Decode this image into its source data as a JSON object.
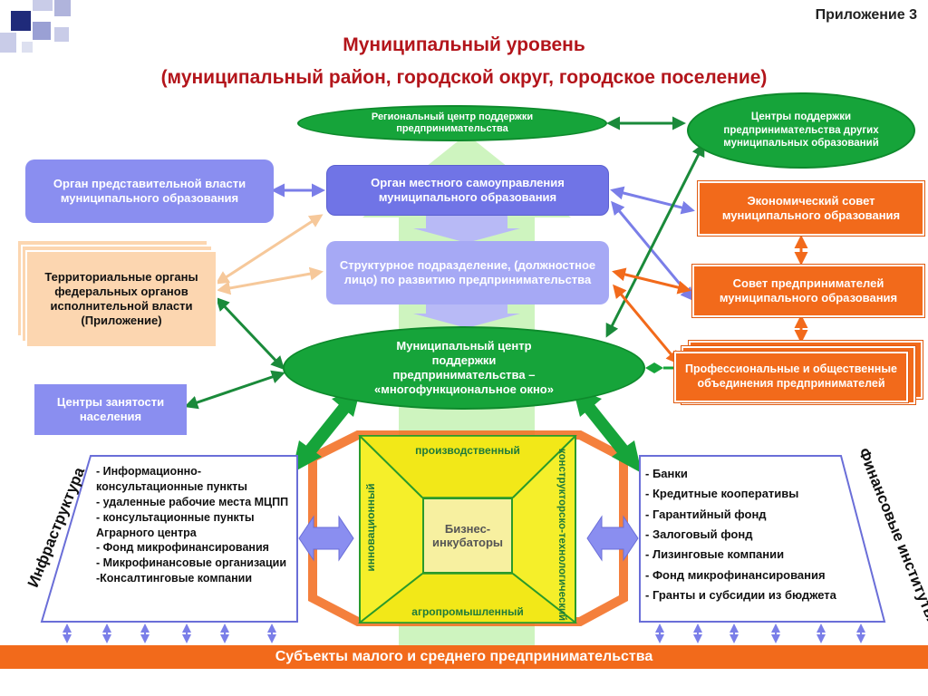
{
  "appendix_label": "Приложение 3",
  "title": {
    "line1": "Муниципальный уровень",
    "line2": "(муниципальный район, городской округ, городское поселение)"
  },
  "nodes": {
    "regional_center": "Региональный центр поддержки предпринимательства",
    "other_centers": "Центры поддержки предпринимательства других муниципальных образований",
    "representative_body": "Орган представительной власти муниципального образования",
    "local_government": "Орган местного самоуправления муниципального образования",
    "economic_council": "Экономический совет муниципального образования",
    "territorial_organs": "Территориальные органы федеральных органов исполнительной власти (Приложение)",
    "structural_division": "Структурное подразделение, (должностное лицо) по развитию предпринимательства",
    "entrepreneurs_council": "Совет предпринимателей муниципального образования",
    "municipal_center": "Муниципальный центр поддержки предпринимательства – «многофункциональное окно»",
    "professional_associations": "Профессиональные и общественные объединения предпринимателей",
    "employment_centers": "Центры занятости населения"
  },
  "infrastructure": {
    "label": "Инфраструктура",
    "items": [
      "-  Информационно-консультационные пункты",
      "- удаленные рабочие места МЦПП",
      "- консультационные пункты Аграрного центра",
      "- Фонд микрофинансирования",
      "- Микрофинансовые организации",
      "-Консалтинговые компании"
    ]
  },
  "financial": {
    "label": "Финансовые институты",
    "items": [
      "- Банки",
      "- Кредитные кооперативы",
      "- Гарантийный фонд",
      "- Залоговый фонд",
      "- Лизинговые компании",
      "- Фонд  микрофинансирования",
      "- Гранты и субсидии из бюджета"
    ]
  },
  "incubator": {
    "center": "Бизнес-инкубаторы",
    "top": "производственный",
    "bottom": "агропромышленный",
    "left": "инновационный",
    "right": "конструкторско-технологический"
  },
  "bottom_bar": "Субъекты малого и среднего предпринимательства",
  "colors": {
    "title": "#b3151b",
    "green": "#16a43a",
    "blue": "#8a8ef0",
    "orange": "#f26a1b",
    "peach": "#fcd6b0",
    "yellow": "#f5ef2a"
  }
}
